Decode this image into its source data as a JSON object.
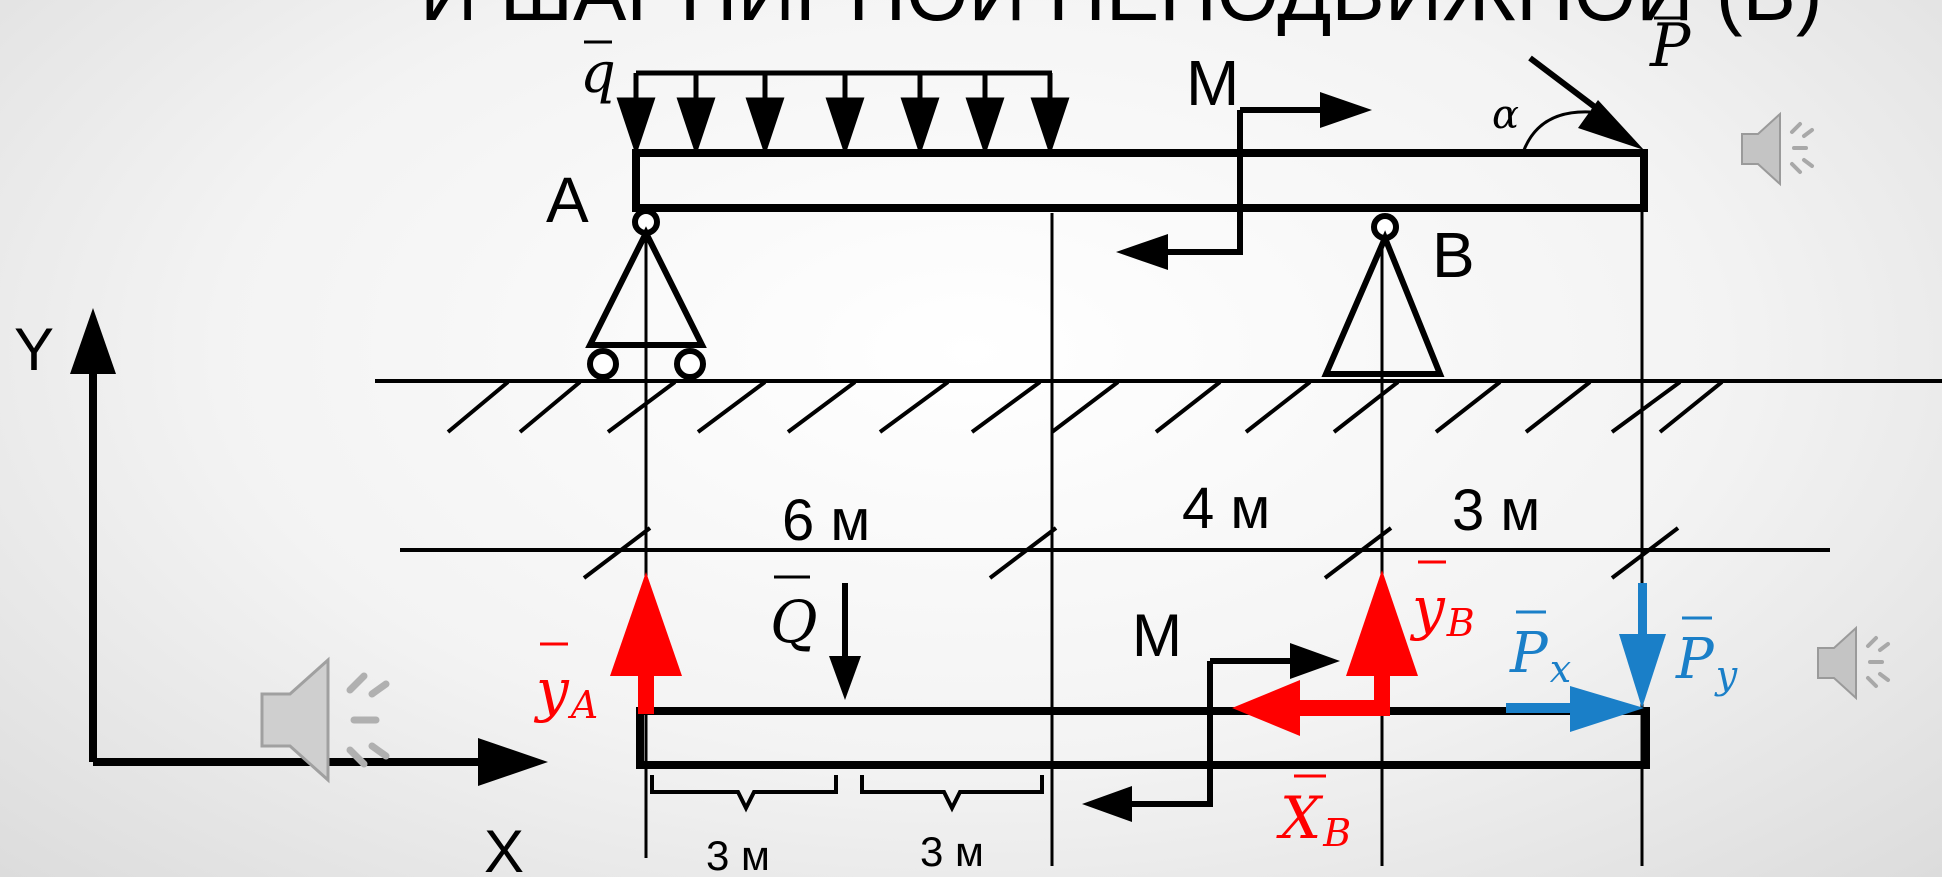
{
  "slide": {
    "title_fragment": "И ШАРНИРНОЙ НЕПОДВИЖНОЙ (В)"
  },
  "diagram": {
    "upper": {
      "load_q": "q",
      "support_a": "A",
      "support_b": "B",
      "moment": "M",
      "force_p": "P",
      "angle": "α"
    },
    "dimensions": {
      "span_1": "6 м",
      "span_2": "4 м",
      "span_3": "3 м",
      "half_1": "3 м",
      "half_2": "3 м"
    },
    "lower": {
      "resultant_q": "Q",
      "moment": "M",
      "reaction_ya_main": "y",
      "reaction_ya_sub": "A",
      "reaction_yb_main": "y",
      "reaction_yb_sub": "B",
      "reaction_xb_main": "X",
      "reaction_xb_sub": "B",
      "px_main": "P",
      "px_sub": "x",
      "py_main": "P",
      "py_sub": "y"
    },
    "axes": {
      "y_label": "Y",
      "x_label": "X"
    },
    "colors": {
      "reaction": "#ff0000",
      "component": "#1a7fc8",
      "ink": "#000000"
    }
  },
  "audio": {
    "icon_top": "speaker-icon",
    "icon_right": "speaker-icon",
    "icon_left": "speaker-icon"
  }
}
